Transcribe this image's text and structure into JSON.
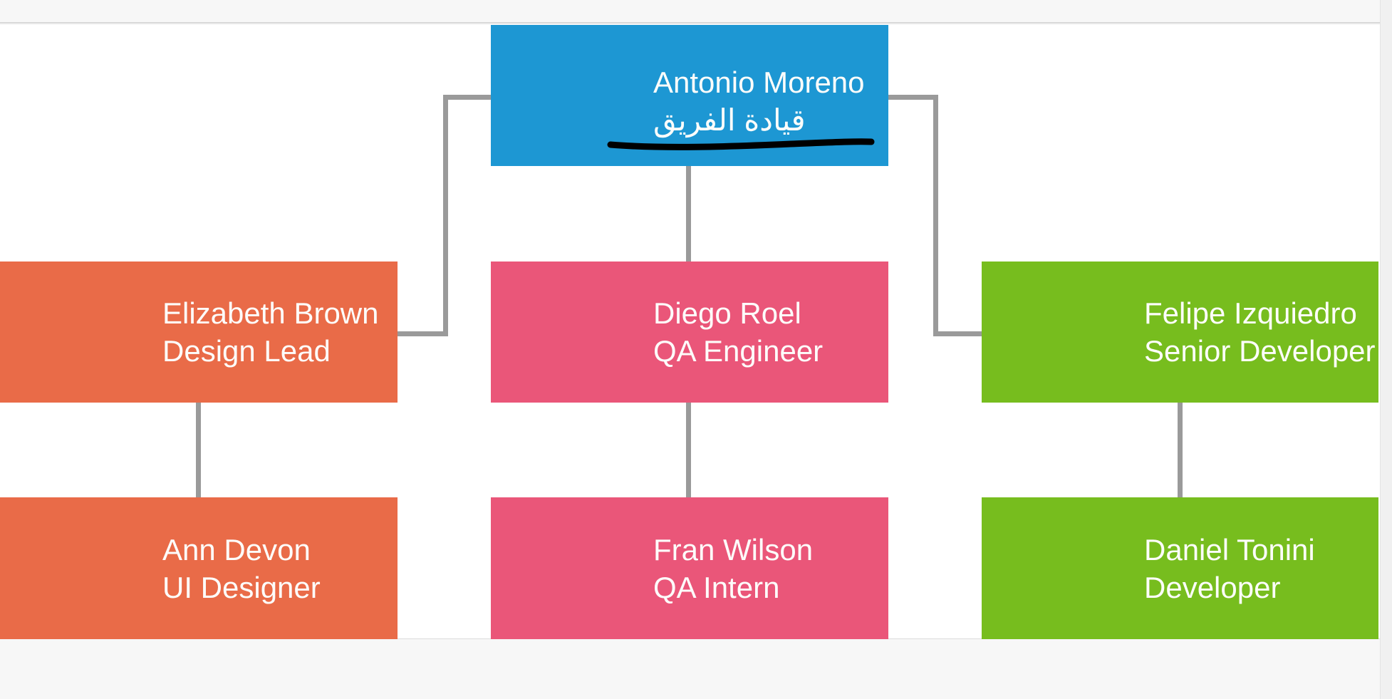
{
  "page": {
    "background_color": "#f7f7f7",
    "canvas_color": "#ffffff",
    "top_border_color": "#d9d9d9",
    "connector_color": "#9a9a9a",
    "scrollbar_track_color": "#f0f0f0",
    "text_color": "#fdfdfb"
  },
  "org_chart": {
    "nodes": [
      {
        "name": "Antonio Moreno",
        "title": "قيادة الفريق",
        "color": "#1d97d3",
        "reports_to": null
      },
      {
        "name": "Elizabeth Brown",
        "title": "Design Lead",
        "color": "#e96b48",
        "reports_to": "Antonio Moreno"
      },
      {
        "name": "Diego Roel",
        "title": "QA Engineer",
        "color": "#ea5679",
        "reports_to": "Antonio Moreno"
      },
      {
        "name": "Felipe Izquiedro",
        "title": "Senior Developer",
        "color": "#77bd1e",
        "reports_to": "Antonio Moreno"
      },
      {
        "name": "Ann Devon",
        "title": "UI Designer",
        "color": "#e96b48",
        "reports_to": "Elizabeth Brown"
      },
      {
        "name": "Fran Wilson",
        "title": "QA Intern",
        "color": "#ea5679",
        "reports_to": "Diego Roel"
      },
      {
        "name": "Daniel Tonini",
        "title": "Developer",
        "color": "#77bd1e",
        "reports_to": "Felipe Izquiedro"
      }
    ]
  },
  "annotations": {
    "ink_underline": {
      "color": "#000000",
      "under_text": "قيادة الفريق"
    }
  }
}
